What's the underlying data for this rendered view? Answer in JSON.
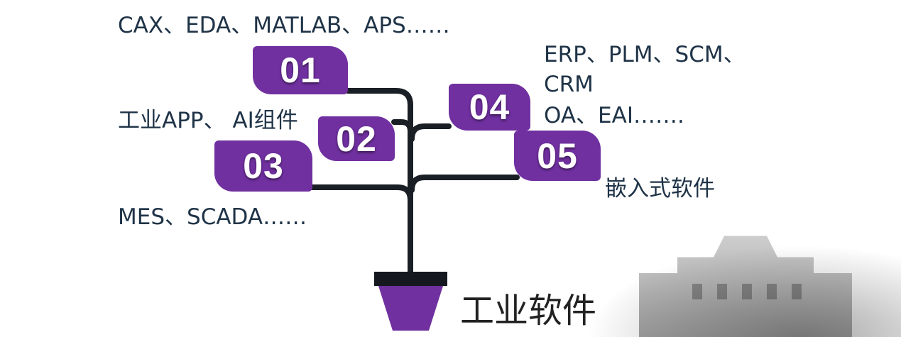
{
  "title": "工业软件",
  "nodes": [
    {
      "id": "01",
      "label": "CAX、EDA、MATLAB、APS……"
    },
    {
      "id": "02",
      "label": "工业APP、 AI组件"
    },
    {
      "id": "03",
      "label": "MES、SCADA……"
    },
    {
      "id": "04",
      "label_lines": [
        "ERP、PLM、SCM、",
        "CRM",
        "OA、EAI……."
      ]
    },
    {
      "id": "05",
      "label": "嵌入式软件"
    }
  ],
  "colors": {
    "badge": "#7030a0",
    "branch": "#1a1f26",
    "pot": "#7030a0",
    "text": "#1f3347"
  }
}
